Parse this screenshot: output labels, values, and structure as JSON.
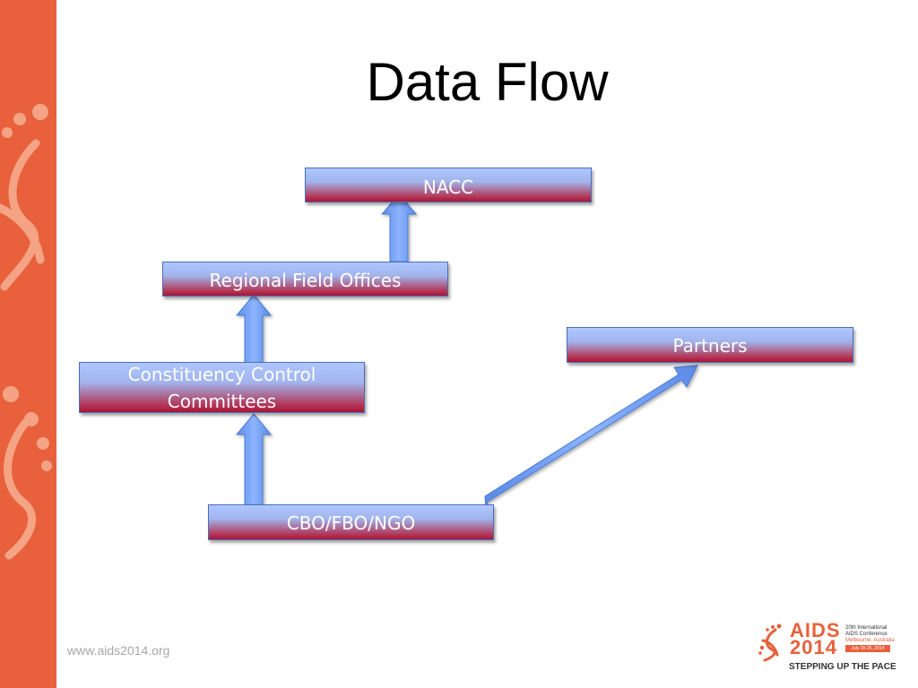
{
  "slide": {
    "title": "Data Flow",
    "footer_url": "www.aids2014.org"
  },
  "diagram": {
    "nodes": [
      {
        "id": "nacc",
        "lines": [
          "NACC"
        ]
      },
      {
        "id": "regional",
        "lines": [
          "Regional Field Offices"
        ]
      },
      {
        "id": "constituency",
        "lines": [
          "Constituency Control",
          "Committees"
        ]
      },
      {
        "id": "partners",
        "lines": [
          "Partners"
        ]
      },
      {
        "id": "cbo",
        "lines": [
          "CBO/FBO/NGO"
        ]
      }
    ],
    "edges": [
      {
        "from": "cbo",
        "to": "constituency"
      },
      {
        "from": "constituency",
        "to": "regional"
      },
      {
        "from": "regional",
        "to": "nacc"
      },
      {
        "from": "cbo",
        "to": "partners"
      }
    ]
  },
  "logo": {
    "word": "AIDS",
    "year": "2014",
    "line1": "20th International",
    "line2": "AIDS Conference",
    "line3": "Melbourne, Australia",
    "dates": "July 20-25, 2014",
    "tagline": "STEPPING UP THE PACE"
  },
  "colors": {
    "accent": "#e8603c",
    "arrow": "#6f9ef0",
    "box_top": "#aec6ff",
    "box_bottom": "#a8153a"
  }
}
